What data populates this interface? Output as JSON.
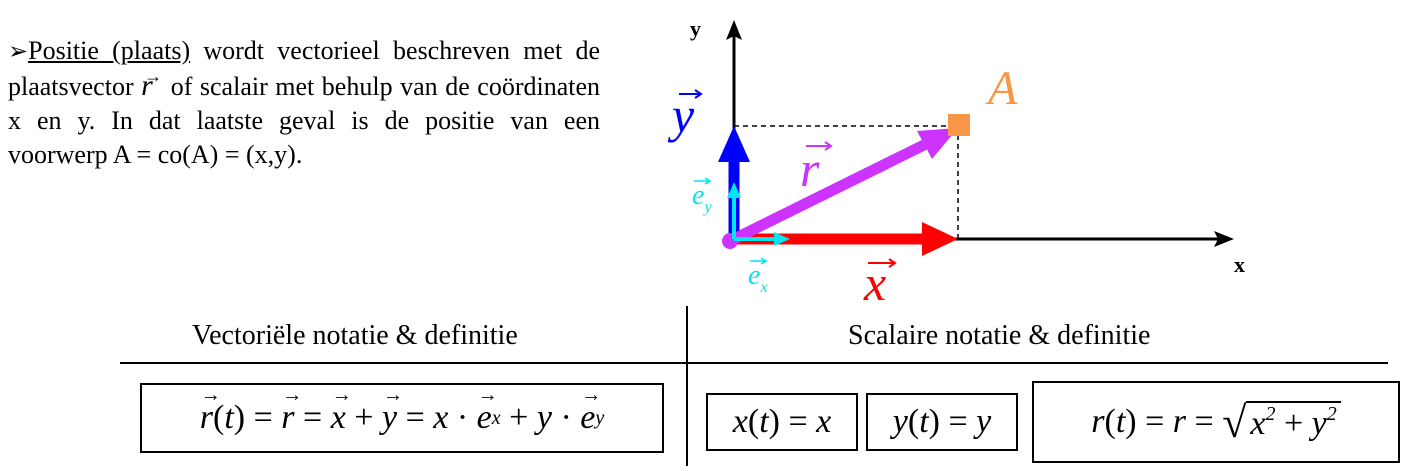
{
  "paragraph": {
    "bullet": "➢",
    "underlined": "Positie (plaats)",
    "text1": " wordt vectorieel beschreven met de plaatsvector ",
    "vector_symbol": "r",
    "text2": " of scalair met behulp van de coördinaten x en y. In dat laatste geval is de positie van een voorwerp A = co(A) = (x,y)."
  },
  "diagram": {
    "axis_x_label": "x",
    "axis_y_label": "y",
    "point_label": "A",
    "vec_r": "r",
    "vec_x": "x",
    "vec_y": "y",
    "unit_ex": "e",
    "unit_ex_sub": "x",
    "unit_ey": "e",
    "unit_ey_sub": "y",
    "colors": {
      "x_vector": "#ff0000",
      "y_vector": "#0000ff",
      "r_vector": "#cc33ff",
      "unit_vectors": "#00e5ee",
      "point_A": "#f79646",
      "axes": "#000000"
    }
  },
  "table": {
    "header_left": "Vectoriële notatie & definitie",
    "header_right": "Scalaire notatie & definitie"
  },
  "formulas": {
    "vector_def": "r(t) = r = x + y = x · ex + y · ey",
    "x_def": "x(t) = x",
    "y_def": "y(t) = y",
    "r_def": "r(t) = r = √(x² + y²)"
  }
}
